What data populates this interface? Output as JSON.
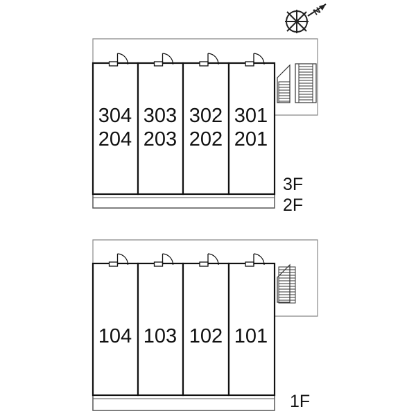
{
  "compass": {
    "north_label": "N"
  },
  "upper": {
    "units": [
      {
        "top": "304",
        "bottom": "204"
      },
      {
        "top": "303",
        "bottom": "203"
      },
      {
        "top": "302",
        "bottom": "202"
      },
      {
        "top": "301",
        "bottom": "201"
      }
    ],
    "floor_labels": [
      "3F",
      "2F"
    ]
  },
  "lower": {
    "units": [
      "104",
      "103",
      "102",
      "101"
    ],
    "floor_label": "1F"
  },
  "colors": {
    "line": "#111111",
    "outline": "#888888",
    "balcony": "#555555"
  }
}
